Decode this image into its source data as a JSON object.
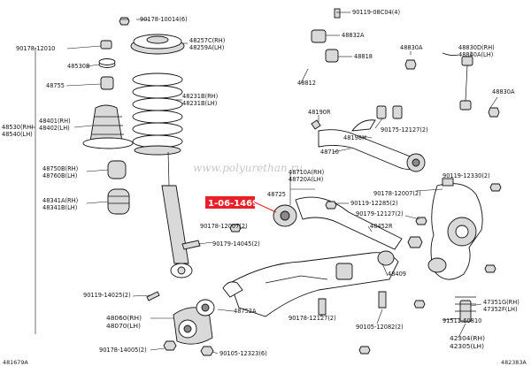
{
  "labels": {
    "p90178_10014": "90178-10014(6)",
    "p90178_12010": "90178-12010",
    "p48257": "48257C(RH)",
    "p48259": "48259A(LH)",
    "p48530B": "48530B",
    "p48755": "48755",
    "p48231B_rh": "48231B(RH)",
    "p48231B_lh": "48231B(LH)",
    "p48530": "48530(RH)",
    "p48540": "48540(LH)",
    "p48401": "48401(RH)",
    "p48402": "48402(LH)",
    "p48750B": "48750B(RH)",
    "p48760B": "48760B(LH)",
    "p48341A": "48341A(RH)",
    "p48341B": "48341B(LH)",
    "p90119_08C04": "90119-08C04(4)",
    "p48832A": "48832A",
    "p48818": "48818",
    "p48812": "48812",
    "p48830A_top": "48830A",
    "p48830D": "48830D(RH)",
    "p48840A": "48840A(LH)",
    "p48830A_right": "48830A",
    "p48190R": "48190R",
    "p48198H": "48198H",
    "p90175_12127": "90175-12127(2)",
    "p48710": "48710",
    "p48710A": "48710A(RH)",
    "p48720A": "48720A(LH)",
    "p90119_12330": "90119-12330(2)",
    "p48725": "48725",
    "p90178_12007_right": "90178-12007(2)",
    "p90119_12285": "90119-12285(2)",
    "p90178_12007_left": "90178-12007(2)",
    "p90179_12127": "90179-12127(2)",
    "p48452R": "48452R",
    "p90179_14045": "90179-14045(2)",
    "p90119_14025": "90119-14025(2)",
    "p48409": "48409",
    "p48060": "48060(RH)",
    "p48070": "48070(LH)",
    "p48752A": "48752A",
    "p47351G": "47351G(RH)",
    "p47352F": "47352F(LH)",
    "p91511_60810": "91511-60810",
    "p90178_12127": "90178-12127(2)",
    "p90105_12082": "90105-12082(2)",
    "p42304": "42304(RH)",
    "p42305": "42305(LH)",
    "p90178_14005": "90178-14005(2)",
    "p90105_12323": "90105-12323(6)"
  },
  "highlight": {
    "text": "1-06-1469",
    "color": "#e8202a"
  },
  "watermark": "www.polyurethan.ru",
  "footer": {
    "left_ref": "481679A",
    "right_ref": "482383A"
  },
  "colors": {
    "line": "#111111",
    "shade": "#d9d9d9",
    "highlight": "#e8202a"
  }
}
